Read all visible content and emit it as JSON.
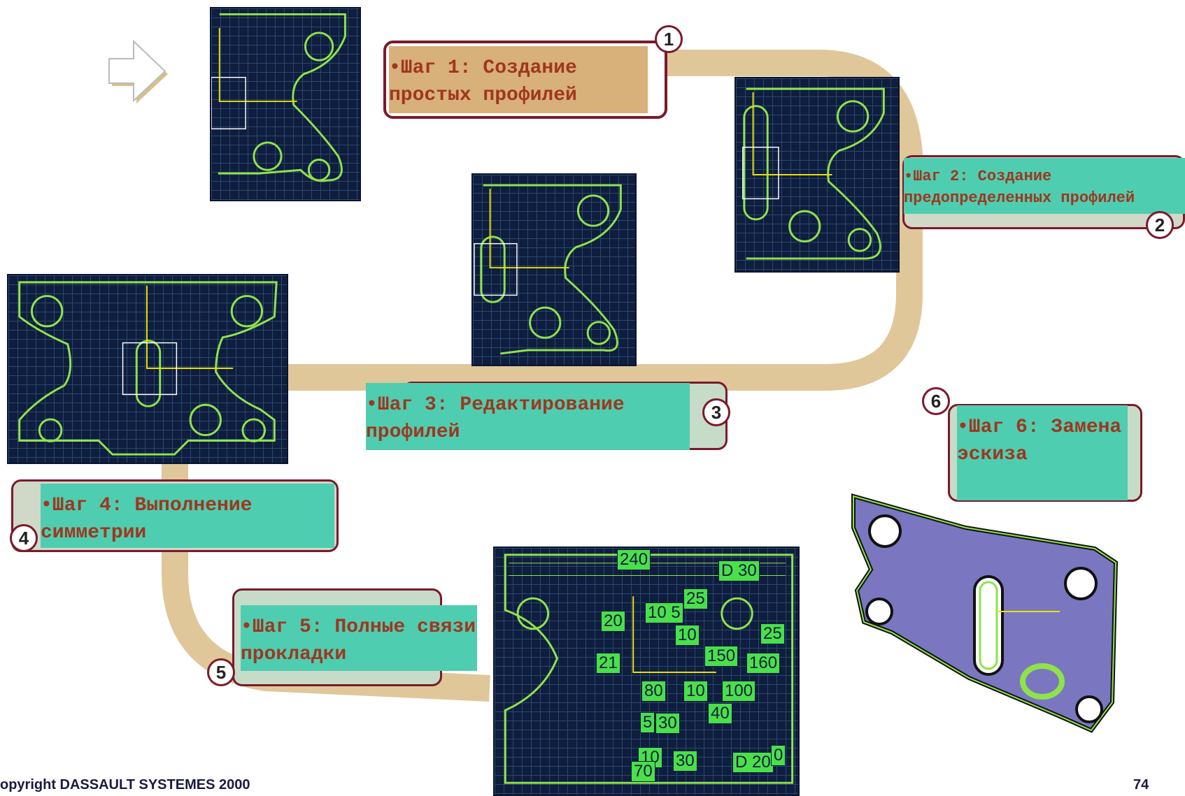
{
  "steps": [
    {
      "number": "1",
      "text": "•Шаг 1: Создание простых профилей"
    },
    {
      "number": "2",
      "text": "•Шаг 2: Создание предопределенных профилей"
    },
    {
      "number": "3",
      "text": "•Шаг 3: Редактирование профилей"
    },
    {
      "number": "4",
      "text": "•Шаг 4: Выполнение симметрии"
    },
    {
      "number": "5",
      "text": "•Шаг 5: Полные связи прокладки"
    },
    {
      "number": "6",
      "text": "•Шаг 6: Замена эскиза"
    }
  ],
  "dimension_labels": [
    "240",
    "D 30",
    "25",
    "10 5",
    "20",
    "10",
    "25",
    "150",
    "160",
    "21",
    "80",
    "10",
    "100",
    "40",
    "5",
    "30",
    "10",
    "30",
    "D 20",
    "70",
    "0"
  ],
  "footer": {
    "copyright": "opyright DASSAULT SYSTEMES 2000",
    "page": "74"
  },
  "colors": {
    "track": "#e0c79a",
    "step1_bg": "#d7b07a",
    "teal": "#4fcdb0",
    "border": "#7a1a2a",
    "sketch": "#8fe34a",
    "axis": "#e8e000"
  }
}
